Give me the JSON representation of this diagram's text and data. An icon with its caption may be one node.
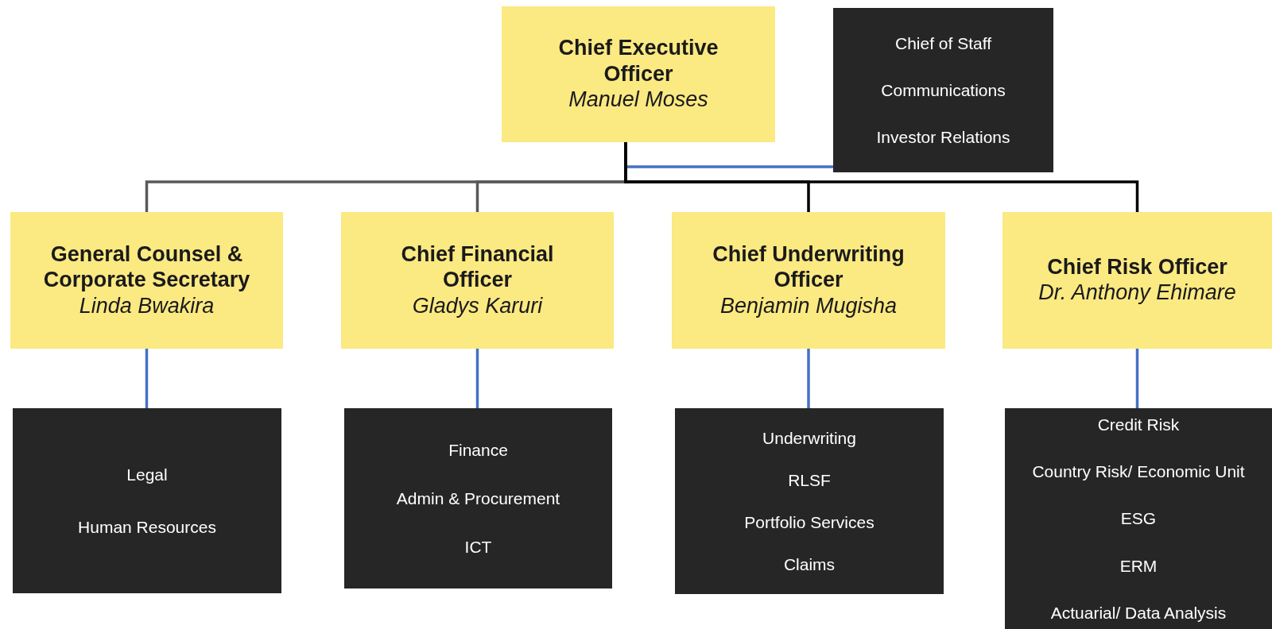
{
  "diagram": {
    "nodes": [
      {
        "text": [
          "Chief Executive Officer",
          "Manuel Moses"
        ]
      },
      {
        "text": [
          "Chief of Staff",
          "Communications",
          "Investor Relations"
        ]
      },
      {
        "text": [
          "General Counsel & Corporate Secretary",
          "Linda Bwakira"
        ]
      },
      {
        "text": [
          "Chief Financial Officer",
          "Gladys Karuri"
        ]
      },
      {
        "text": [
          "Chief Underwriting Officer",
          "Benjamin Mugisha"
        ]
      },
      {
        "text": [
          "Chief Risk Officer",
          "Dr. Anthony Ehimare"
        ]
      },
      {
        "text": [
          "Legal",
          "Human Resources"
        ]
      },
      {
        "text": [
          "Finance",
          "Admin & Procurement",
          "ICT"
        ]
      },
      {
        "text": [
          "Underwriting",
          "RLSF",
          "Portfolio Services",
          "Claims"
        ]
      },
      {
        "text": [
          "Credit Risk",
          "Country Risk/ Economic Unit",
          "ESG",
          "ERM",
          "Actuarial/ Data Analysis"
        ]
      }
    ],
    "edges": [
      {
        "from": 0,
        "to": 1,
        "arrow": "none"
      },
      {
        "from": 0,
        "to": 2,
        "arrow": "none",
        "color": "#595959"
      },
      {
        "from": 0,
        "to": 3,
        "arrow": "none",
        "color": "#595959"
      },
      {
        "from": 0,
        "to": 4,
        "arrow": "none",
        "color": "#000000"
      },
      {
        "from": 0,
        "to": 5,
        "arrow": "none",
        "color": "#000000"
      },
      {
        "from": 2,
        "to": 6,
        "arrow": "none"
      },
      {
        "from": 3,
        "to": 7,
        "arrow": "none"
      },
      {
        "from": 4,
        "to": 8,
        "arrow": "none"
      },
      {
        "from": 5,
        "to": 9,
        "arrow": "none"
      }
    ]
  }
}
